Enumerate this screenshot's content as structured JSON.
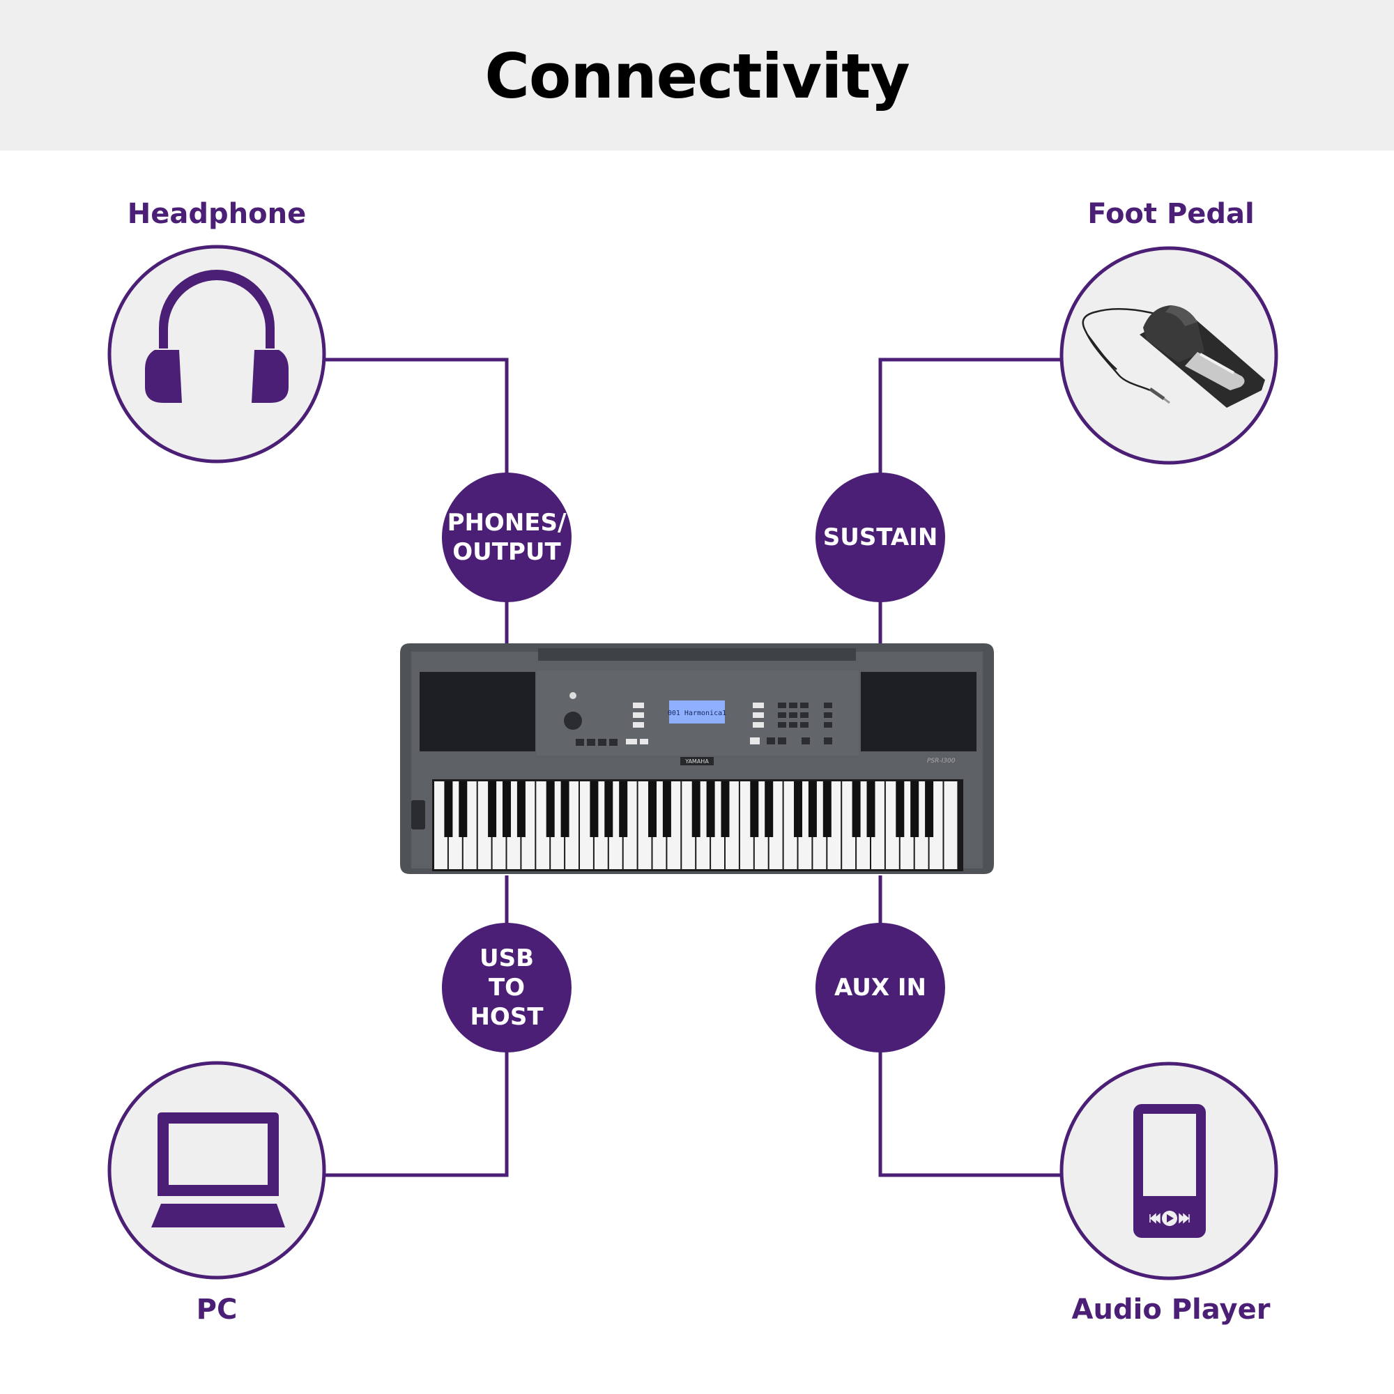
{
  "title": "Connectivity",
  "colors": {
    "accent": "#4b1f75",
    "header_bg": "#efefef",
    "circle_fill": "#efefef"
  },
  "devices": {
    "headphone": {
      "label": "Headphone",
      "icon": "headphones-icon"
    },
    "foot_pedal": {
      "label": "Foot Pedal",
      "icon": "sustain-pedal-image"
    },
    "pc": {
      "label": "PC",
      "icon": "laptop-icon"
    },
    "audio_player": {
      "label": "Audio Player",
      "icon": "audio-player-icon"
    }
  },
  "ports": {
    "phones_output": {
      "line1": "PHONES/",
      "line2": "OUTPUT"
    },
    "sustain": {
      "line1": "SUSTAIN"
    },
    "usb_to_host": {
      "line1": "USB",
      "line2": "TO",
      "line3": "HOST"
    },
    "aux_in": {
      "line1": "AUX IN"
    }
  },
  "keyboard": {
    "brand": "YAMAHA",
    "model": "PSR-I300",
    "lcd_text": "001 Harmonica1"
  }
}
